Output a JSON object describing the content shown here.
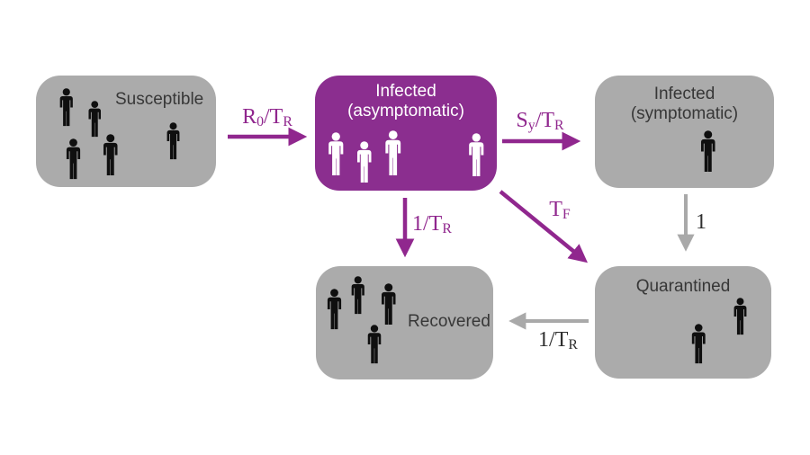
{
  "nodes": {
    "susceptible": {
      "label": "Susceptible",
      "person_count": 5,
      "fill": "#ababab"
    },
    "infected_asymptomatic": {
      "label_line1": "Infected",
      "label_line2": "(asymptomatic)",
      "person_count": 4,
      "fill": "#8b2e8f"
    },
    "infected_symptomatic": {
      "label_line1": "Infected",
      "label_line2": "(symptomatic)",
      "person_count": 1,
      "fill": "#ababab"
    },
    "recovered": {
      "label": "Recovered",
      "person_count": 4,
      "fill": "#ababab"
    },
    "quarantined": {
      "label": "Quarantined",
      "person_count": 2,
      "fill": "#ababab"
    }
  },
  "edges": {
    "s_to_ia": {
      "from": "susceptible",
      "to": "infected_asymptomatic",
      "seg0": "R",
      "sub0": "0",
      "seg1": "/T",
      "sub1": "R",
      "color": "#90278e"
    },
    "ia_to_is": {
      "from": "infected_asymptomatic",
      "to": "infected_symptomatic",
      "seg0": "S",
      "sub0": "y",
      "seg1": "/T",
      "sub1": "R",
      "color": "#90278e"
    },
    "ia_to_r": {
      "from": "infected_asymptomatic",
      "to": "recovered",
      "seg0": "1/T",
      "sub0": "R",
      "color": "#90278e"
    },
    "ia_to_q": {
      "from": "infected_asymptomatic",
      "to": "quarantined",
      "seg0": "T",
      "sub0": "F",
      "color": "#90278e"
    },
    "is_to_q": {
      "from": "infected_symptomatic",
      "to": "quarantined",
      "seg0": "1",
      "color": "#a9a9a9"
    },
    "q_to_r": {
      "from": "quarantined",
      "to": "recovered",
      "seg0": "1/T",
      "sub0": "R",
      "color": "#a9a9a9"
    }
  },
  "colors": {
    "background": "#ffffff",
    "box_gray": "#ababab",
    "box_purple": "#8b2e8f",
    "arrow_purple": "#90278e",
    "arrow_gray": "#a9a9a9",
    "box_text_dark": "#373737",
    "box_text_white": "#ffffff",
    "edge_text_dark": "#2e2e2e",
    "person_dark": "#0f0f0f",
    "person_white": "#ffffff"
  }
}
